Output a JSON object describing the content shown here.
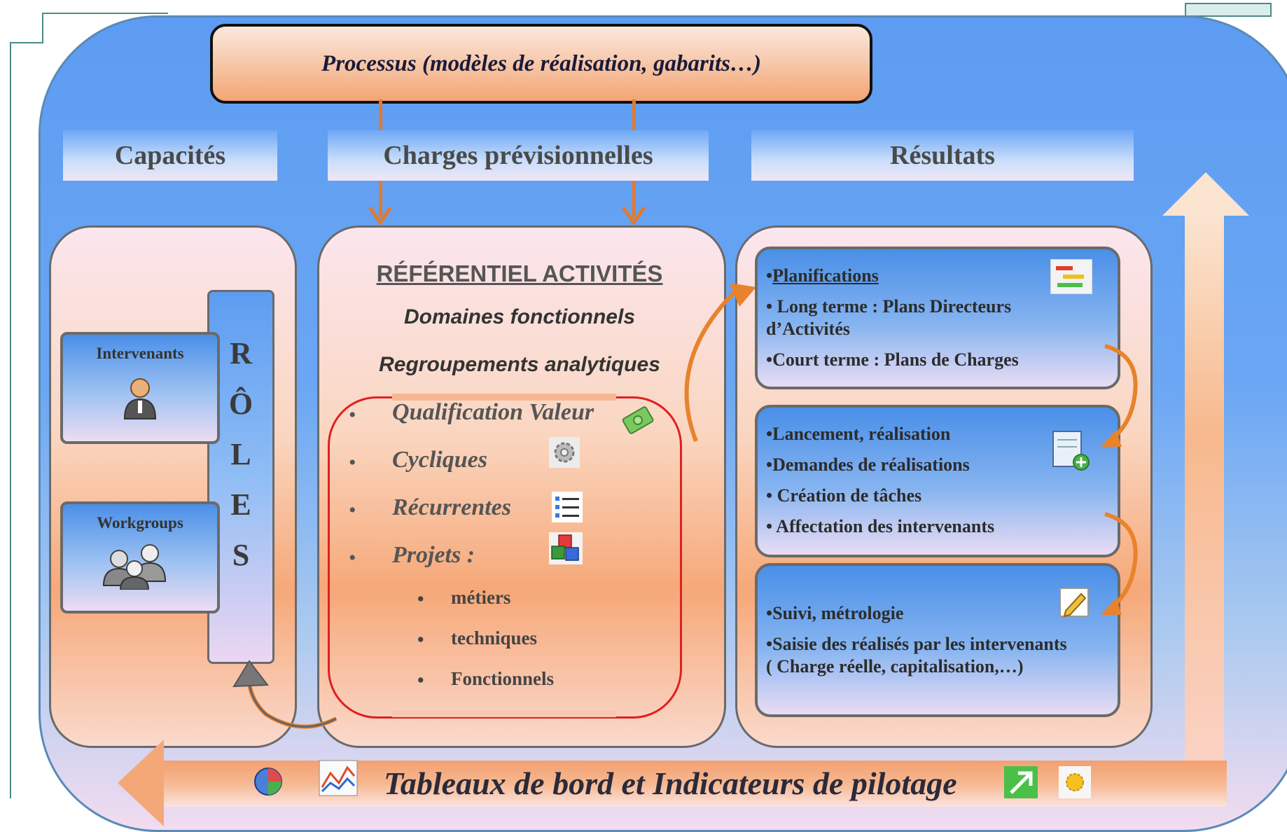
{
  "process": {
    "label": "Processus (modèles de réalisation, gabarits…)"
  },
  "headers": {
    "capacites": "Capacités",
    "charges": "Charges prévisionnelles",
    "resultats": "Résultats"
  },
  "left": {
    "intervenants": "Intervenants",
    "workgroups": "Workgroups",
    "roles_letters": [
      "R",
      "Ô",
      "L",
      "E",
      "S"
    ]
  },
  "middle": {
    "title": "RÉFÉRENTIEL  ACTIVITÉS",
    "subtitle1": "Domaines fonctionnels",
    "subtitle2": "Regroupements analytiques",
    "bullet_char": "•",
    "items": [
      "Qualification Valeur",
      "Cycliques",
      "Récurrentes",
      "Projets :"
    ],
    "subitems": [
      "métiers",
      "techniques",
      "Fonctionnels"
    ]
  },
  "right": {
    "card1": {
      "heading_prefix": "•",
      "heading": "Planifications",
      "line1": "• Long terme : Plans Directeurs",
      "line1b": "d’Activités",
      "line2": "•Court terme : Plans de Charges"
    },
    "card2": {
      "line1": "•Lancement, réalisation",
      "line2": "•Demandes de réalisations",
      "line3": "• Création de tâches",
      "line4": "• Affectation des intervenants"
    },
    "card3": {
      "line1": "•Suivi, métrologie",
      "line2": "•Saisie des réalisés par les intervenants",
      "line3": "( Charge réelle, capitalisation,…)"
    }
  },
  "bottom": {
    "label": "Tableaux de bord et Indicateurs de pilotage"
  },
  "colors": {
    "orange_arrow": "#e8822c",
    "red_bracket": "#e02020",
    "blue_panel": "#5d9cf2"
  }
}
